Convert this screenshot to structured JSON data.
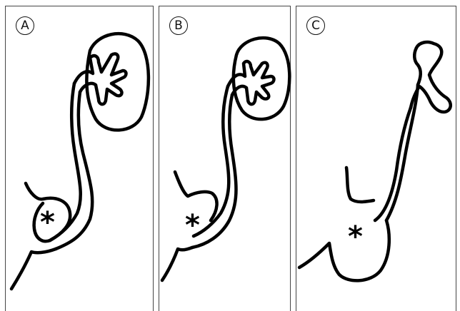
{
  "panels": [
    {
      "label": "A",
      "marker": "*"
    },
    {
      "label": "B",
      "marker": "*"
    },
    {
      "label": "C",
      "marker": "*"
    }
  ],
  "colors": {
    "line": "#000000",
    "frame": "#444444",
    "background": "#ffffff"
  }
}
